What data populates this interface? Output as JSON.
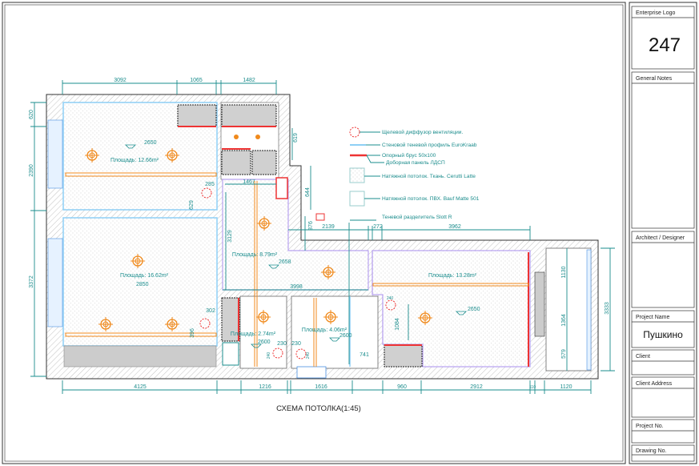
{
  "drawing_title": "СХЕМА ПОТОЛКА(1:45)",
  "title_block": {
    "enterprise_logo_label": "Enterprise Logo",
    "enterprise_logo_value": "247",
    "general_notes_label": "General Notes",
    "architect_label": "Architect / Designer",
    "project_name_label": "Project Name",
    "project_name_value": "Пушкино",
    "client_label": "Client",
    "client_address_label": "Client Address",
    "project_no_label": "Project No.",
    "drawing_no_label": "Drawing No."
  },
  "legend": [
    {
      "icon": "vent-diffuser-icon",
      "label": "Щелевой диффузор вентиляции."
    },
    {
      "icon": "shadow-profile-icon",
      "label": "Стеновой теневой профиль EuroKraab"
    },
    {
      "icon": "support-beam-icon",
      "label": "Опорный брус 50x100"
    },
    {
      "icon": "ldsp-panel-icon",
      "label": "Доборная панель ЛДСП"
    },
    {
      "icon": "fabric-ceiling-icon",
      "label": "Натяжной потолок. Ткань. Cerutti Latte"
    },
    {
      "icon": "pvc-ceiling-icon",
      "label": "Натяжной потолок. ПВХ. Bauf Matte 501"
    },
    {
      "icon": "shadow-divider-icon",
      "label": "Теневой разделитель Slott R"
    }
  ],
  "rooms": [
    {
      "area": "Площадь: 12.66m²",
      "height": "2650"
    },
    {
      "area": "Площадь: 16.62m²",
      "height": "2850"
    },
    {
      "area": "Площадь: 8.79m²",
      "height": "2658"
    },
    {
      "area": "Площадь: 2.74m²",
      "height": "2600"
    },
    {
      "area": "Площадь: 4.06m²",
      "height": "2600"
    },
    {
      "area": "Площадь: 13.28m²",
      "height": "2650"
    }
  ],
  "dimensions": {
    "top": [
      "3092",
      "1065",
      "1482"
    ],
    "left": [
      "620",
      "2390",
      "3372"
    ],
    "bottom": [
      "4125",
      "1216",
      "1616",
      "960",
      "2912",
      "110",
      "1120"
    ],
    "middle": [
      "2139",
      "272",
      "3962"
    ],
    "right": [
      "3333",
      "1130",
      "1364",
      "579"
    ],
    "inner": [
      "619",
      "1467",
      "644",
      "376",
      "3129",
      "3998",
      "285",
      "629",
      "302",
      "396",
      "230",
      "230",
      "240",
      "240",
      "741",
      "1084",
      "240"
    ]
  }
}
